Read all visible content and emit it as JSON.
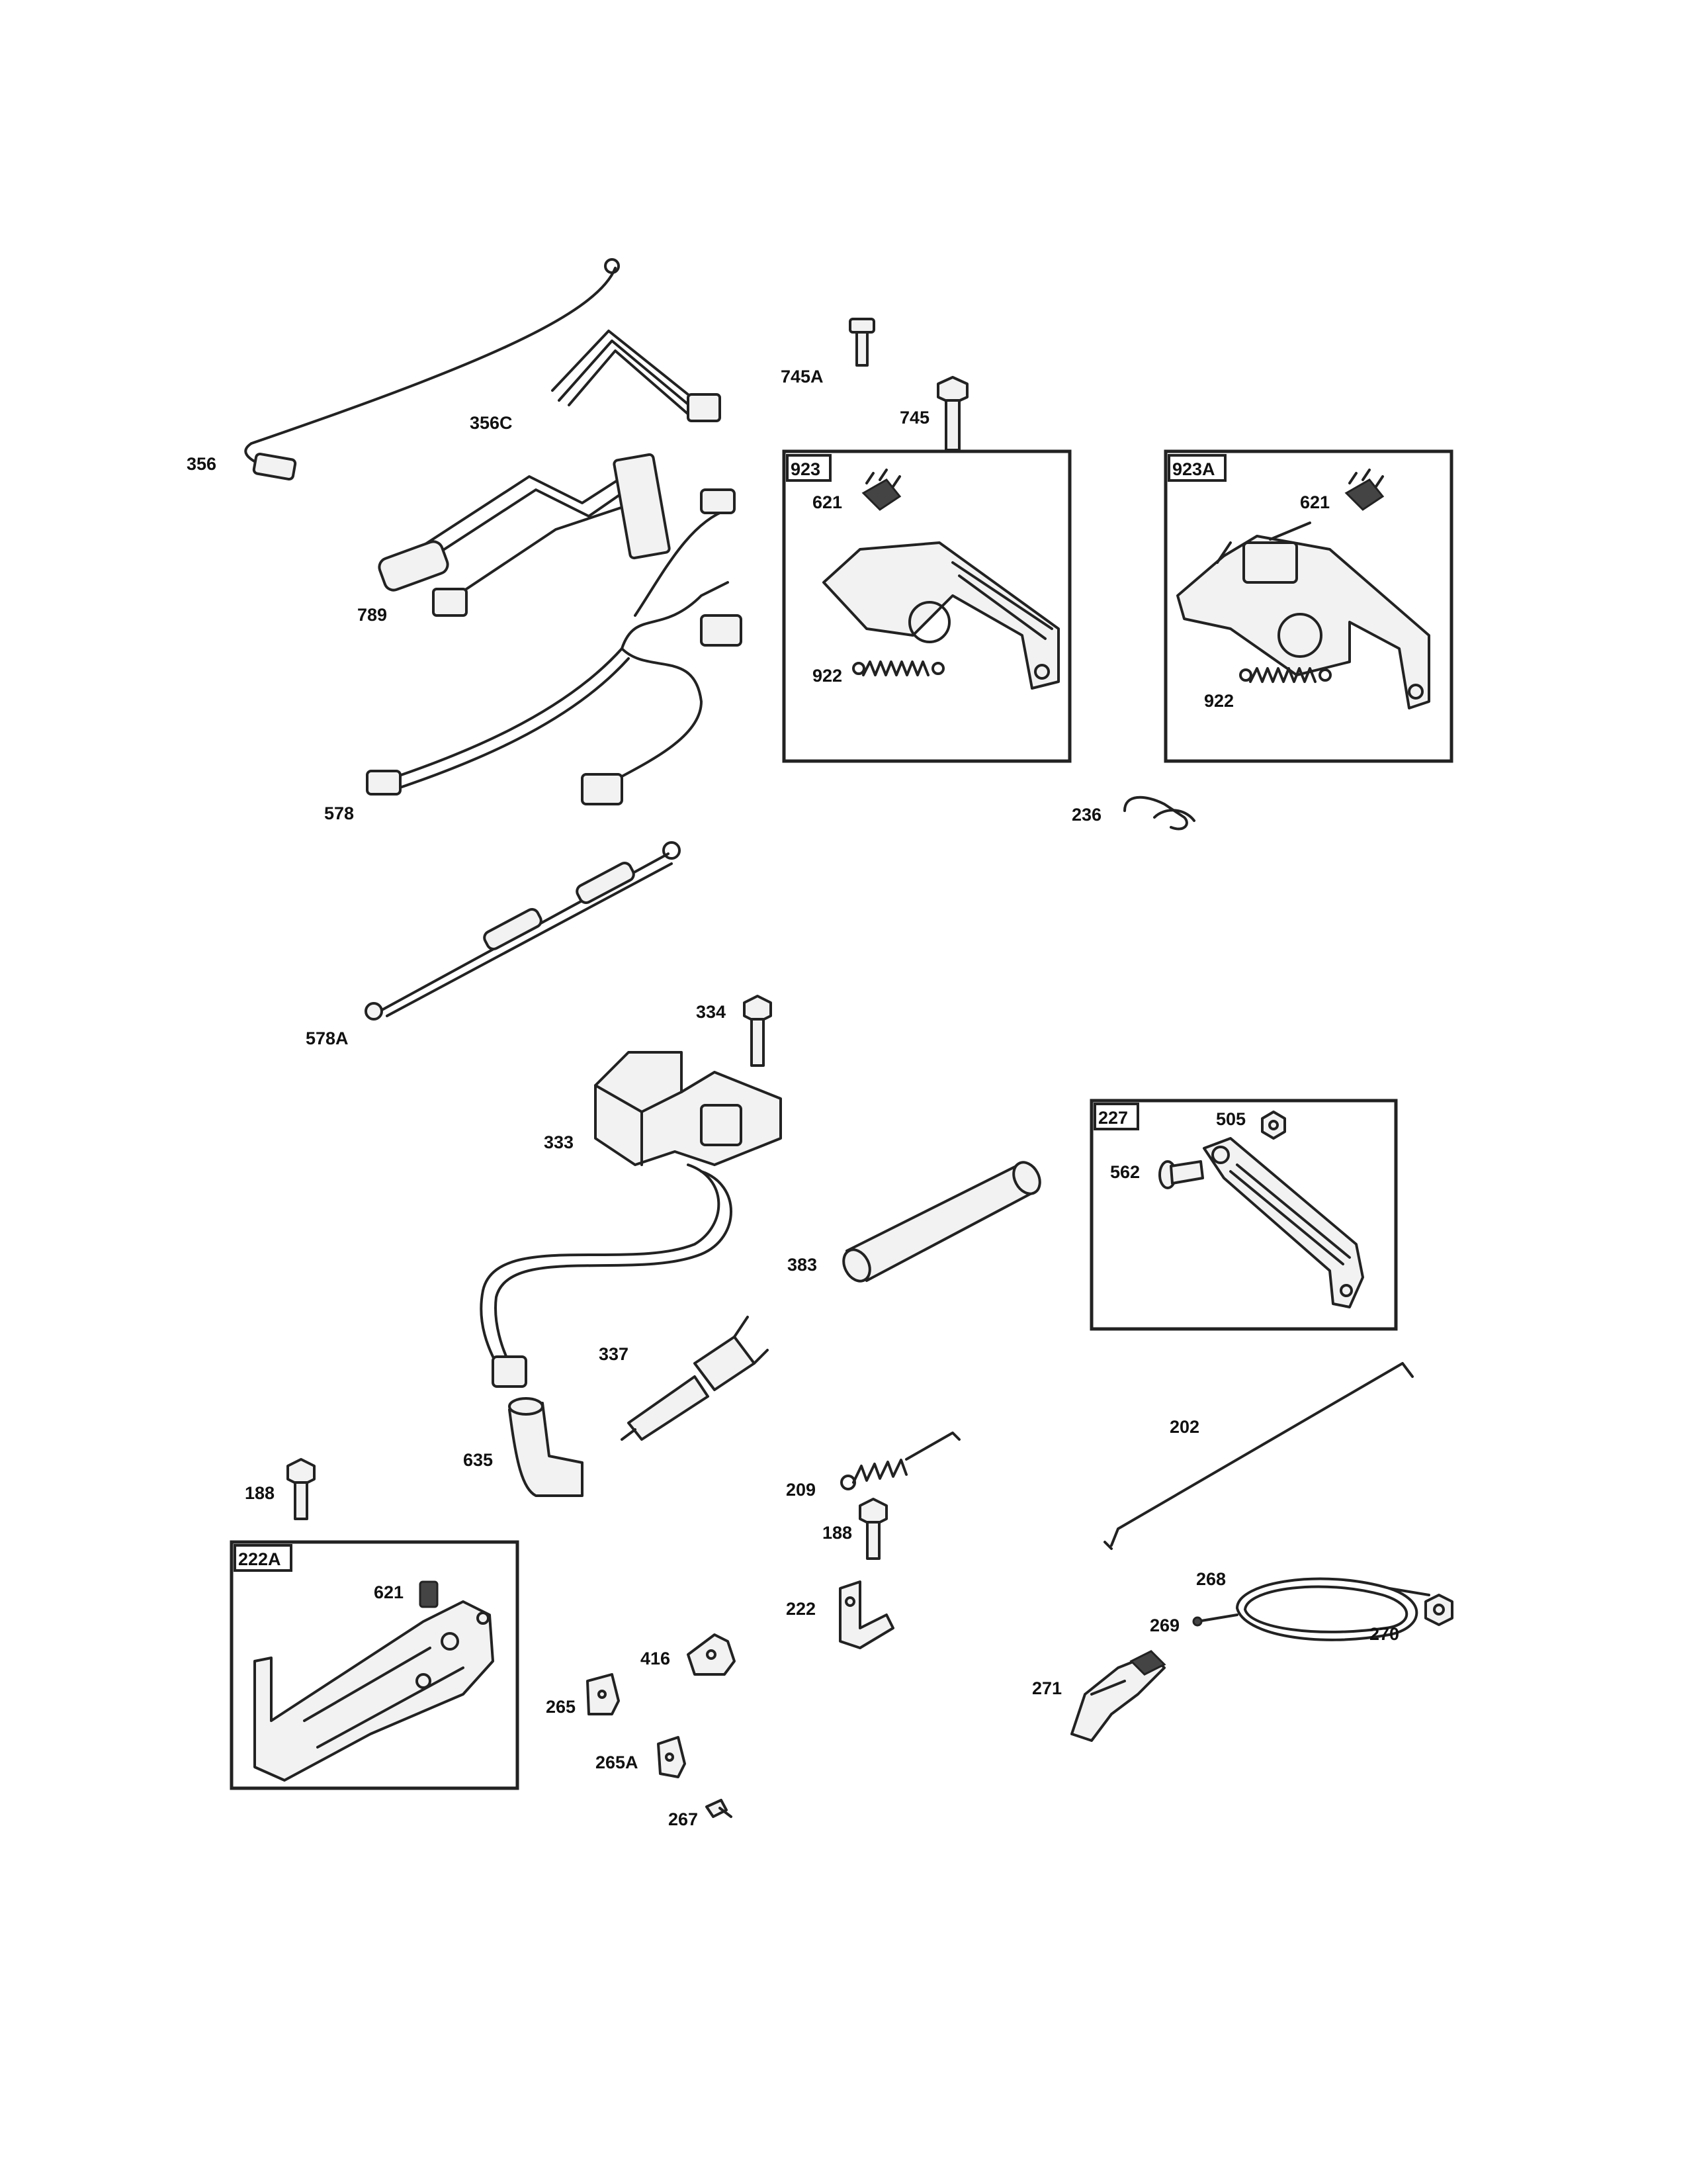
{
  "callouts": {
    "c356": "356",
    "c356c": "356C",
    "c745a": "745A",
    "c745": "745",
    "c789": "789",
    "c578": "578",
    "c578a": "578A",
    "c236": "236",
    "c334": "334",
    "c333": "333",
    "c383": "383",
    "c337": "337",
    "c635": "635",
    "c505": "505",
    "c562": "562",
    "c202": "202",
    "c188a": "188",
    "c188b": "188",
    "c209": "209",
    "c222": "222",
    "c268": "268",
    "c269": "269",
    "c270": "270",
    "c271": "271",
    "c416": "416",
    "c265": "265",
    "c265a": "265A",
    "c267": "267"
  },
  "kits": {
    "k923": {
      "tag": "923",
      "c621": "621",
      "c922": "922"
    },
    "k923a": {
      "tag": "923A",
      "c621": "621",
      "c922": "922"
    },
    "k227": {
      "tag": "227"
    },
    "k222a": {
      "tag": "222A",
      "c621": "621"
    }
  }
}
